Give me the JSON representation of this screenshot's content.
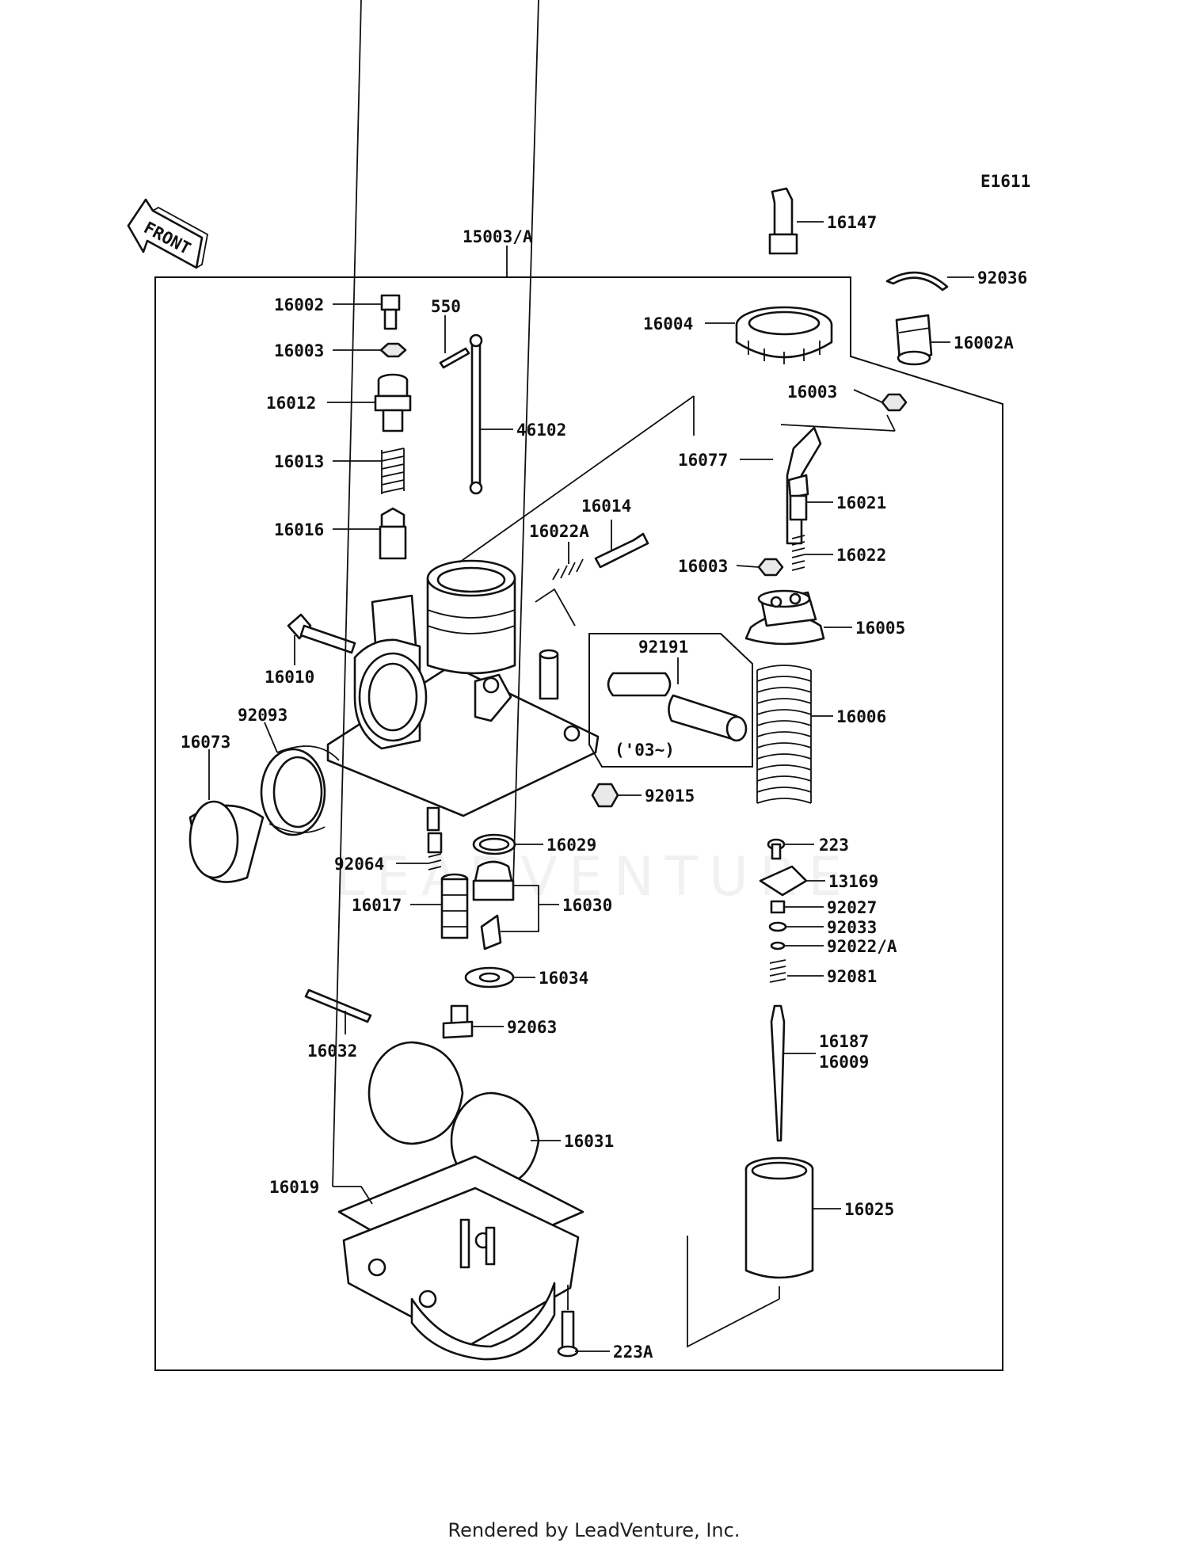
{
  "diagram": {
    "code": "E1611",
    "front_tag": "FRONT",
    "assembly_label": "15003/A",
    "year_note": "('03~)",
    "watermark": "LEADVENTURE",
    "footer": "Rendered by LeadVenture, Inc."
  },
  "parts": [
    {
      "id": "16147",
      "label": "16147"
    },
    {
      "id": "92036",
      "label": "92036"
    },
    {
      "id": "16004",
      "label": "16004"
    },
    {
      "id": "16002A",
      "label": "16002A"
    },
    {
      "id": "16002",
      "label": "16002"
    },
    {
      "id": "550",
      "label": "550"
    },
    {
      "id": "16003-top",
      "label": "16003"
    },
    {
      "id": "16012",
      "label": "16012"
    },
    {
      "id": "46102",
      "label": "46102"
    },
    {
      "id": "16013",
      "label": "16013"
    },
    {
      "id": "16016",
      "label": "16016"
    },
    {
      "id": "16014",
      "label": "16014"
    },
    {
      "id": "16022A",
      "label": "16022A"
    },
    {
      "id": "16003-right",
      "label": "16003"
    },
    {
      "id": "16077",
      "label": "16077"
    },
    {
      "id": "16021",
      "label": "16021"
    },
    {
      "id": "16003-mid",
      "label": "16003"
    },
    {
      "id": "16022",
      "label": "16022"
    },
    {
      "id": "16005",
      "label": "16005"
    },
    {
      "id": "16010",
      "label": "16010"
    },
    {
      "id": "92191",
      "label": "92191"
    },
    {
      "id": "16006",
      "label": "16006"
    },
    {
      "id": "92093",
      "label": "92093"
    },
    {
      "id": "16073",
      "label": "16073"
    },
    {
      "id": "92015",
      "label": "92015"
    },
    {
      "id": "16029",
      "label": "16029"
    },
    {
      "id": "223",
      "label": "223"
    },
    {
      "id": "92064",
      "label": "92064"
    },
    {
      "id": "13169",
      "label": "13169"
    },
    {
      "id": "16017",
      "label": "16017"
    },
    {
      "id": "16030",
      "label": "16030"
    },
    {
      "id": "92027",
      "label": "92027"
    },
    {
      "id": "92033",
      "label": "92033"
    },
    {
      "id": "92022A",
      "label": "92022/A"
    },
    {
      "id": "16034",
      "label": "16034"
    },
    {
      "id": "92081",
      "label": "92081"
    },
    {
      "id": "92063",
      "label": "92063"
    },
    {
      "id": "16032",
      "label": "16032"
    },
    {
      "id": "16187",
      "label": "16187"
    },
    {
      "id": "16009",
      "label": "16009"
    },
    {
      "id": "16031",
      "label": "16031"
    },
    {
      "id": "16019",
      "label": "16019"
    },
    {
      "id": "16025",
      "label": "16025"
    },
    {
      "id": "223A",
      "label": "223A"
    }
  ]
}
